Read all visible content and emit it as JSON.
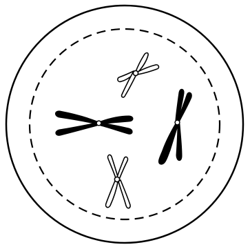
{
  "diagram": {
    "colors": {
      "background": "#ffffff",
      "outline": "#000000",
      "dark_chromosome": "#000000",
      "light_chromosome": "#ffffff"
    },
    "elements": [
      {
        "name": "cell-membrane",
        "kind": "circle"
      },
      {
        "name": "nuclear-envelope",
        "kind": "dashed-circle"
      },
      {
        "name": "chromosome-light-top",
        "kind": "light"
      },
      {
        "name": "chromosome-dark-left",
        "kind": "dark"
      },
      {
        "name": "chromosome-dark-right",
        "kind": "dark"
      },
      {
        "name": "chromosome-light-bottom",
        "kind": "light"
      }
    ]
  }
}
